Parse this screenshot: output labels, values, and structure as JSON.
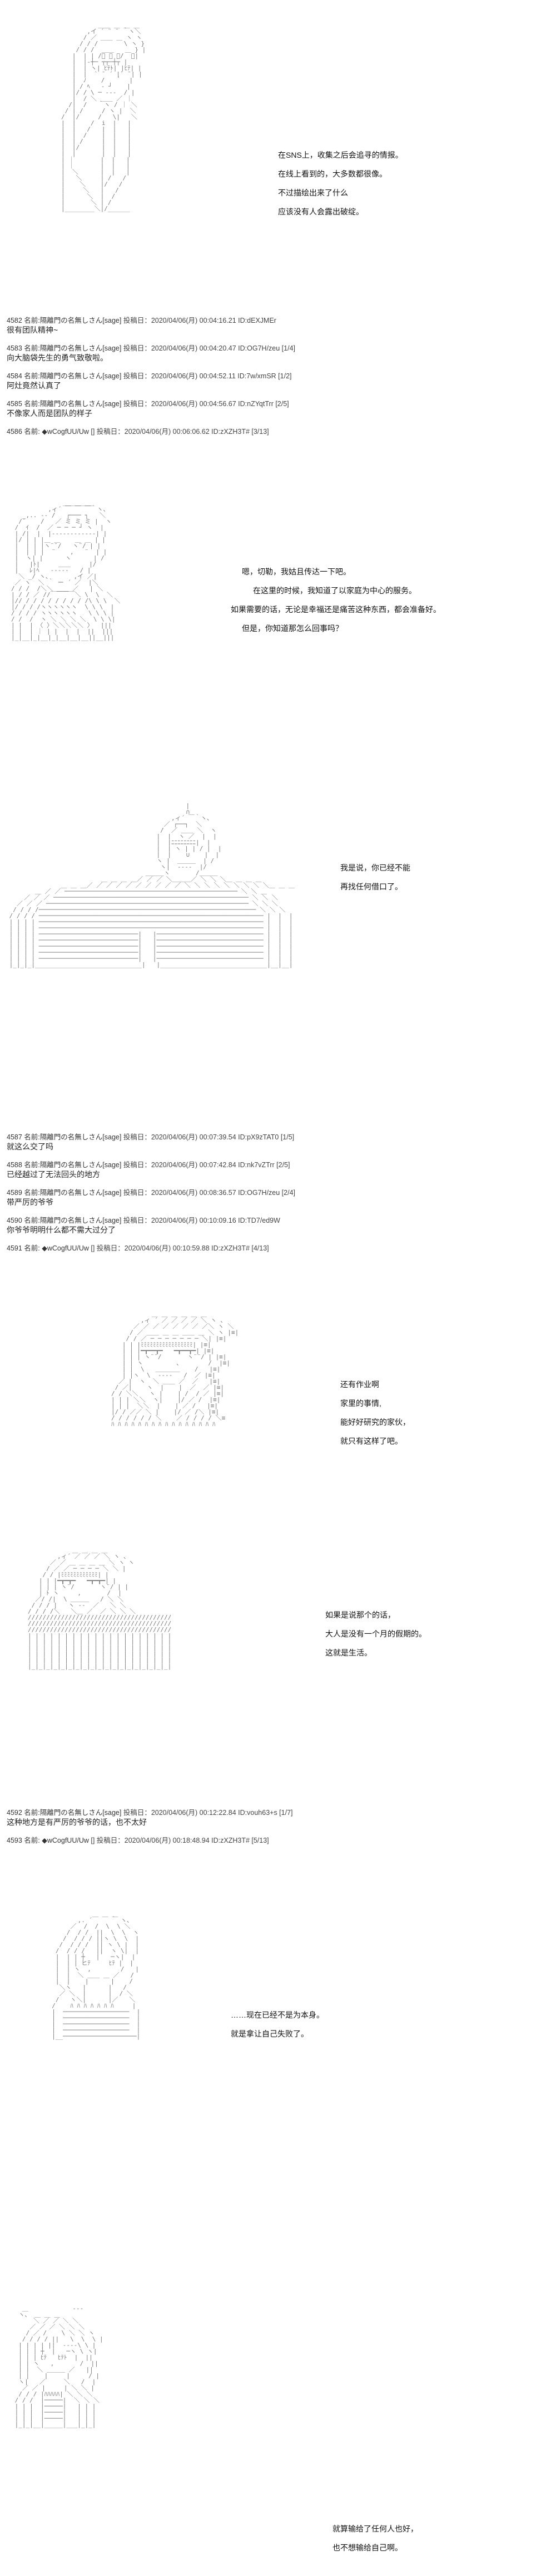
{
  "panel1": {
    "lines": [
      "在SNS上，收集之后会追寻的情报。",
      "在线上看到的，大多数都很像。",
      "不过描绘出来了什么",
      "应该没有人会露出破绽。"
    ]
  },
  "posts_a": [
    {
      "num": "4582",
      "name": "名前:隔離門の名無しさん[sage]",
      "date": "投稿日：2020/04/06(月) 00:04:16.21 ID:dEXJMEr",
      "body": "很有团队精神~"
    },
    {
      "num": "4583",
      "name": "名前:隔離門の名無しさん[sage]",
      "date": "投稿日：2020/04/06(月) 00:04:20.47 ID:OG7H/zeu [1/4]",
      "body": "向大脑袋先生的勇气致敬啦。"
    },
    {
      "num": "4584",
      "name": "名前:隔離門の名無しさん[sage]",
      "date": "投稿日：2020/04/06(月) 00:04:52.11 ID:7w/xmSR [1/2]",
      "body": "阿灶竟然认真了"
    },
    {
      "num": "4585",
      "name": "名前:隔離門の名無しさん[sage]",
      "date": "投稿日：2020/04/06(月) 00:04:56.67 ID:nZYqtTrr [2/5]",
      "body": "不像家人而是团队的样子"
    }
  ],
  "op1": {
    "num": "4586",
    "name": "名前: ◆wCogfUU/Uw",
    "date": "[] 投稿日：2020/04/06(月) 00:06:06.62 ID:zXZH3T# [3/13]"
  },
  "panel2": {
    "lines": [
      "嗯，切勒，我姑且传达一下吧。",
      "在这里的时候，我知道了以家庭为中心的服务。",
      "如果需要的话，无论是幸福还是痛苦这种东西，都会准备好。",
      "但是，你知道那怎么回事吗？"
    ]
  },
  "panel3": {
    "lines": [
      "我是说，你已经不能",
      "再找任何借口了。"
    ]
  },
  "posts_b": [
    {
      "num": "4587",
      "name": "名前:隔離門の名無しさん[sage]",
      "date": "投稿日：2020/04/06(月) 00:07:39.54 ID:pX9zTAT0 [1/5]",
      "body": "就这么交了吗"
    },
    {
      "num": "4588",
      "name": "名前:隔離門の名無しさん[sage]",
      "date": "投稿日：2020/04/06(月) 00:07:42.84 ID:nk7vZTrr [2/5]",
      "body": "已经越过了无法回头的地方"
    },
    {
      "num": "4589",
      "name": "名前:隔離門の名無しさん[sage]",
      "date": "投稿日：2020/04/06(月) 00:08:36.57 ID:OG7H/zeu [2/4]",
      "body": "带严厉的爷爷"
    },
    {
      "num": "4590",
      "name": "名前:隔離門の名無しさん[sage]",
      "date": "投稿日：2020/04/06(月) 00:10:09.16 ID:TD7/ed9W",
      "body": "你爷爷明明什么都不需大过分了"
    }
  ],
  "op2": {
    "num": "4591",
    "name": "名前: ◆wCogfUU/Uw",
    "date": "[] 投稿日：2020/04/06(月) 00:10:59.88 ID:zXZH3T# [4/13]"
  },
  "panel4": {
    "lines": [
      "还有作业啊",
      "家里的事情,",
      "能好好研究的家伙，",
      "就只有这样了吧。"
    ]
  },
  "panel5": {
    "lines": [
      "如果是说那个的话，",
      "大人是没有一个月的假期的。",
      "这就是生活。"
    ]
  },
  "posts_c": [
    {
      "num": "4592",
      "name": "名前:隔離門の名無しさん[sage]",
      "date": "投稿日：2020/04/06(月) 00:12:22.84 ID:vouh63+s [1/7]",
      "body": "这种地方是有严厉的爷爷的话，也不太好"
    }
  ],
  "op3": {
    "num": "4593",
    "name": "名前: ◆wCogfUU/Uw",
    "date": "[] 投稿日：2020/04/06(月) 00:18:48.94 ID:zXZH3T# [5/13]"
  },
  "panel6": {
    "lines": [
      "……现在已经不是为本身。",
      "就是拿让自己失败了。"
    ]
  },
  "panel7": {
    "lines": [
      "就算输给了任何人也好，",
      "也不想输给自己啊。"
    ]
  }
}
